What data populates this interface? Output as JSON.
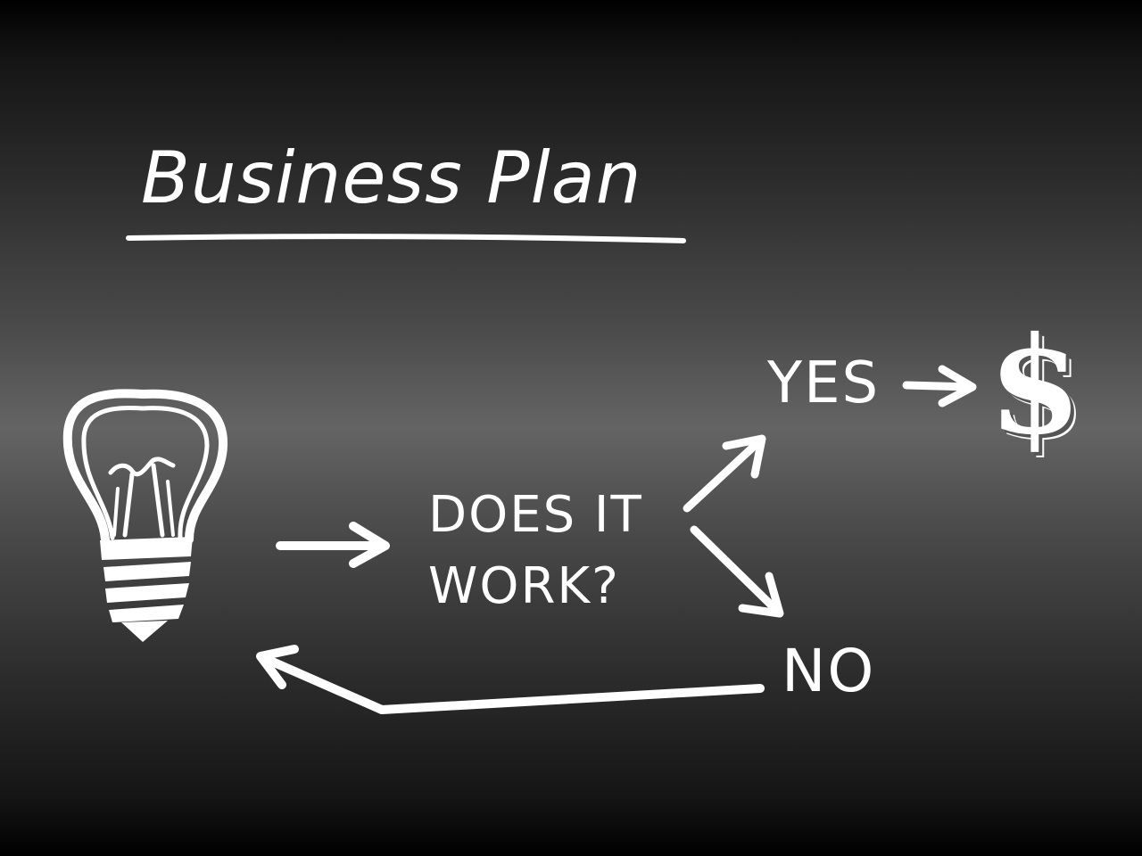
{
  "diagram": {
    "title": "Business Plan",
    "question": "DOES IT\nWORK?",
    "yes_label": "YES",
    "no_label": "NO",
    "dollar_symbol": "$"
  },
  "colors": {
    "chalk": "#ffffff",
    "board_center": "#646464",
    "board_edge": "#000000"
  },
  "icons": [
    "lightbulb-icon",
    "dollar-sign-icon"
  ]
}
